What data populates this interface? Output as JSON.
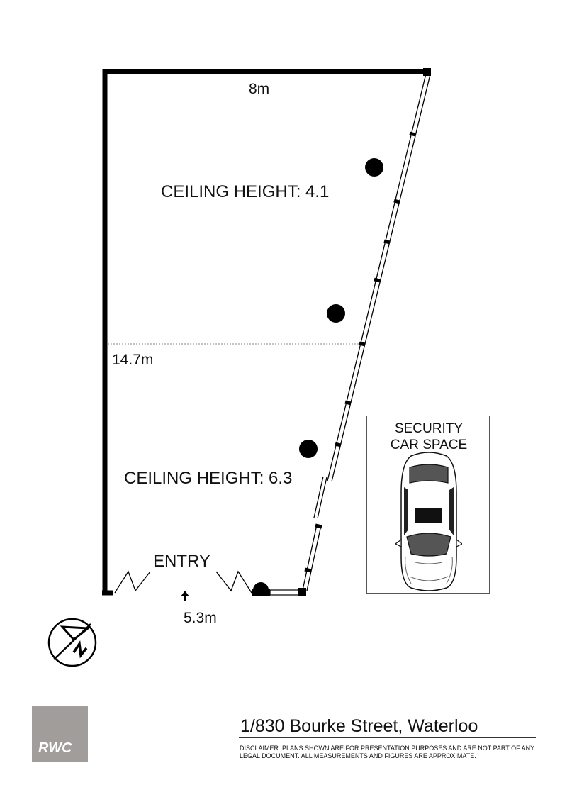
{
  "plan": {
    "dim_top": "8m",
    "dim_left": "14.7m",
    "dim_bottom": "5.3m",
    "ceiling_upper": "CEILING HEIGHT: 4.1",
    "ceiling_lower": "CEILING HEIGHT: 6.3",
    "entry_label": "ENTRY"
  },
  "car_space": {
    "line1": "SECURITY",
    "line2": "CAR SPACE"
  },
  "footer": {
    "logo_text": "RWC",
    "address": "1/830 Bourke Street, Waterloo",
    "disclaimer": "DISCLAIMER:  PLANS SHOWN ARE FOR PRESENTATION PURPOSES AND ARE NOT PART OF ANY LEGAL DOCUMENT. ALL MEASUREMENTS AND FIGURES ARE APPROXIMATE."
  },
  "icons": [
    "north-compass-icon",
    "car-icon",
    "column-icon",
    "entry-arrow-icon"
  ],
  "colors": {
    "wall": "#000000",
    "logo_bg": "#a09d9a",
    "logo_text": "#ffffff"
  }
}
